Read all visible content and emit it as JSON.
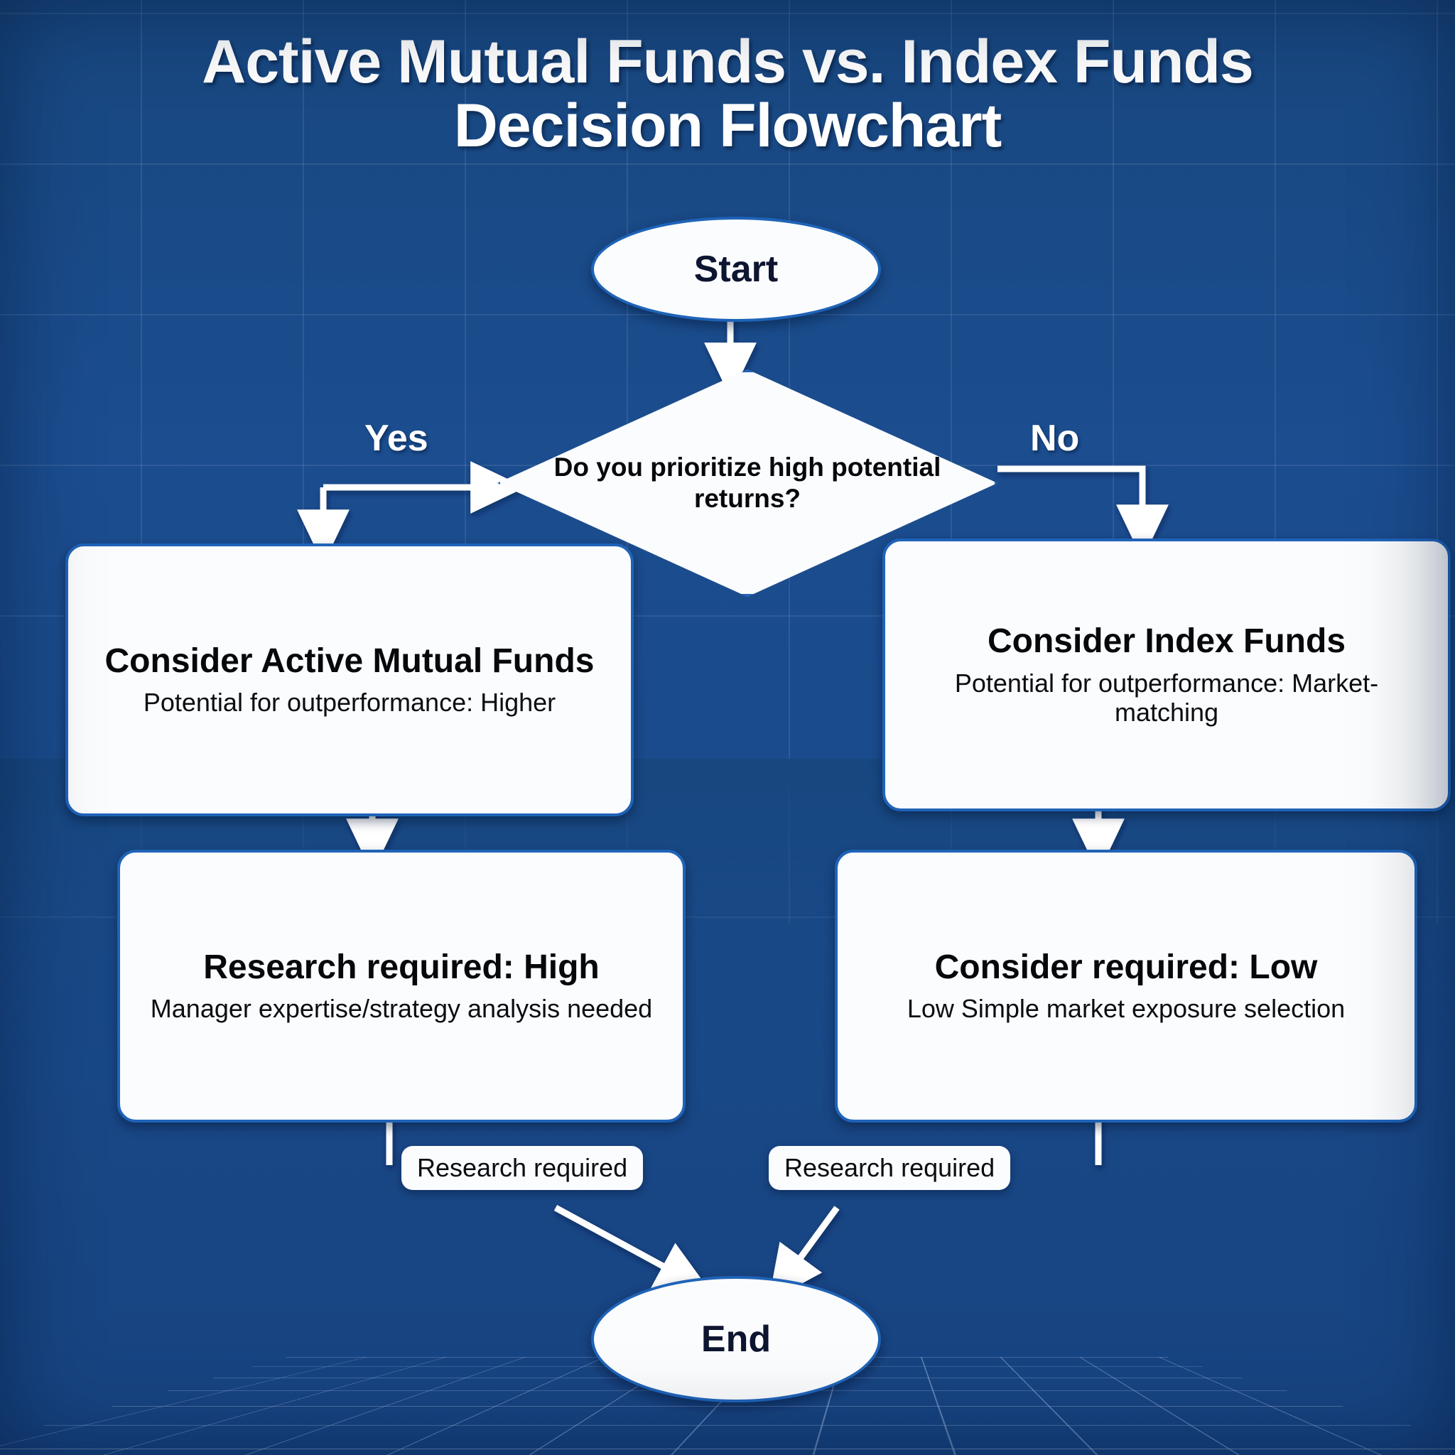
{
  "title": {
    "line1": "Active Mutual Funds vs. Index Funds",
    "line2": "Decision Flowchart"
  },
  "colors": {
    "background": "#1a4a8a",
    "node_fill": "#fbfcfd",
    "node_border": "#1f63b8",
    "text": "#07080c",
    "label_text": "#ffffff"
  },
  "nodes": {
    "start": {
      "label": "Start",
      "shape": "ellipse"
    },
    "decision": {
      "label": "Do you prioritize high potential returns?",
      "shape": "diamond"
    },
    "active": {
      "title": "Consider Active Mutual Funds",
      "subtitle": "Potential for outperformance: Higher",
      "shape": "rounded-rect"
    },
    "index": {
      "title": "Consider Index Funds",
      "subtitle": "Potential for outperformance: Market-matching",
      "shape": "rounded-rect"
    },
    "research_high": {
      "title": "Research required: High",
      "subtitle": "Manager expertise/strategy analysis needed",
      "shape": "rounded-rect"
    },
    "research_low": {
      "title": "Consider required: Low",
      "subtitle": "Low Simple market exposure selection",
      "shape": "rounded-rect"
    },
    "end": {
      "label": "End",
      "shape": "ellipse"
    }
  },
  "edge_labels": {
    "yes": "Yes",
    "no": "No",
    "left_to_end": "Research required",
    "right_to_end": "Research required"
  },
  "chart_data": {
    "type": "diagram",
    "diagram_kind": "decision-flowchart",
    "nodes": [
      {
        "id": "start",
        "text": "Start",
        "shape": "ellipse"
      },
      {
        "id": "decision",
        "text": "Do you prioritize high potential returns?",
        "shape": "diamond"
      },
      {
        "id": "active",
        "text": "Consider Active Mutual Funds",
        "detail": "Potential for outperformance: Higher",
        "shape": "rounded-rect"
      },
      {
        "id": "index",
        "text": "Consider Index Funds",
        "detail": "Potential for outperformance: Market-matching",
        "shape": "rounded-rect"
      },
      {
        "id": "research_high",
        "text": "Research required: High",
        "detail": "Manager expertise/strategy analysis needed",
        "shape": "rounded-rect"
      },
      {
        "id": "research_low",
        "text": "Consider required: Low",
        "detail": "Low Simple market exposure selection",
        "shape": "rounded-rect"
      },
      {
        "id": "end",
        "text": "End",
        "shape": "ellipse"
      }
    ],
    "edges": [
      {
        "from": "start",
        "to": "decision",
        "label": ""
      },
      {
        "from": "decision",
        "to": "active",
        "label": "Yes"
      },
      {
        "from": "decision",
        "to": "index",
        "label": "No"
      },
      {
        "from": "active",
        "to": "research_high",
        "label": ""
      },
      {
        "from": "index",
        "to": "research_low",
        "label": ""
      },
      {
        "from": "research_high",
        "to": "end",
        "label": "Research required"
      },
      {
        "from": "research_low",
        "to": "end",
        "label": "Research required"
      }
    ]
  }
}
